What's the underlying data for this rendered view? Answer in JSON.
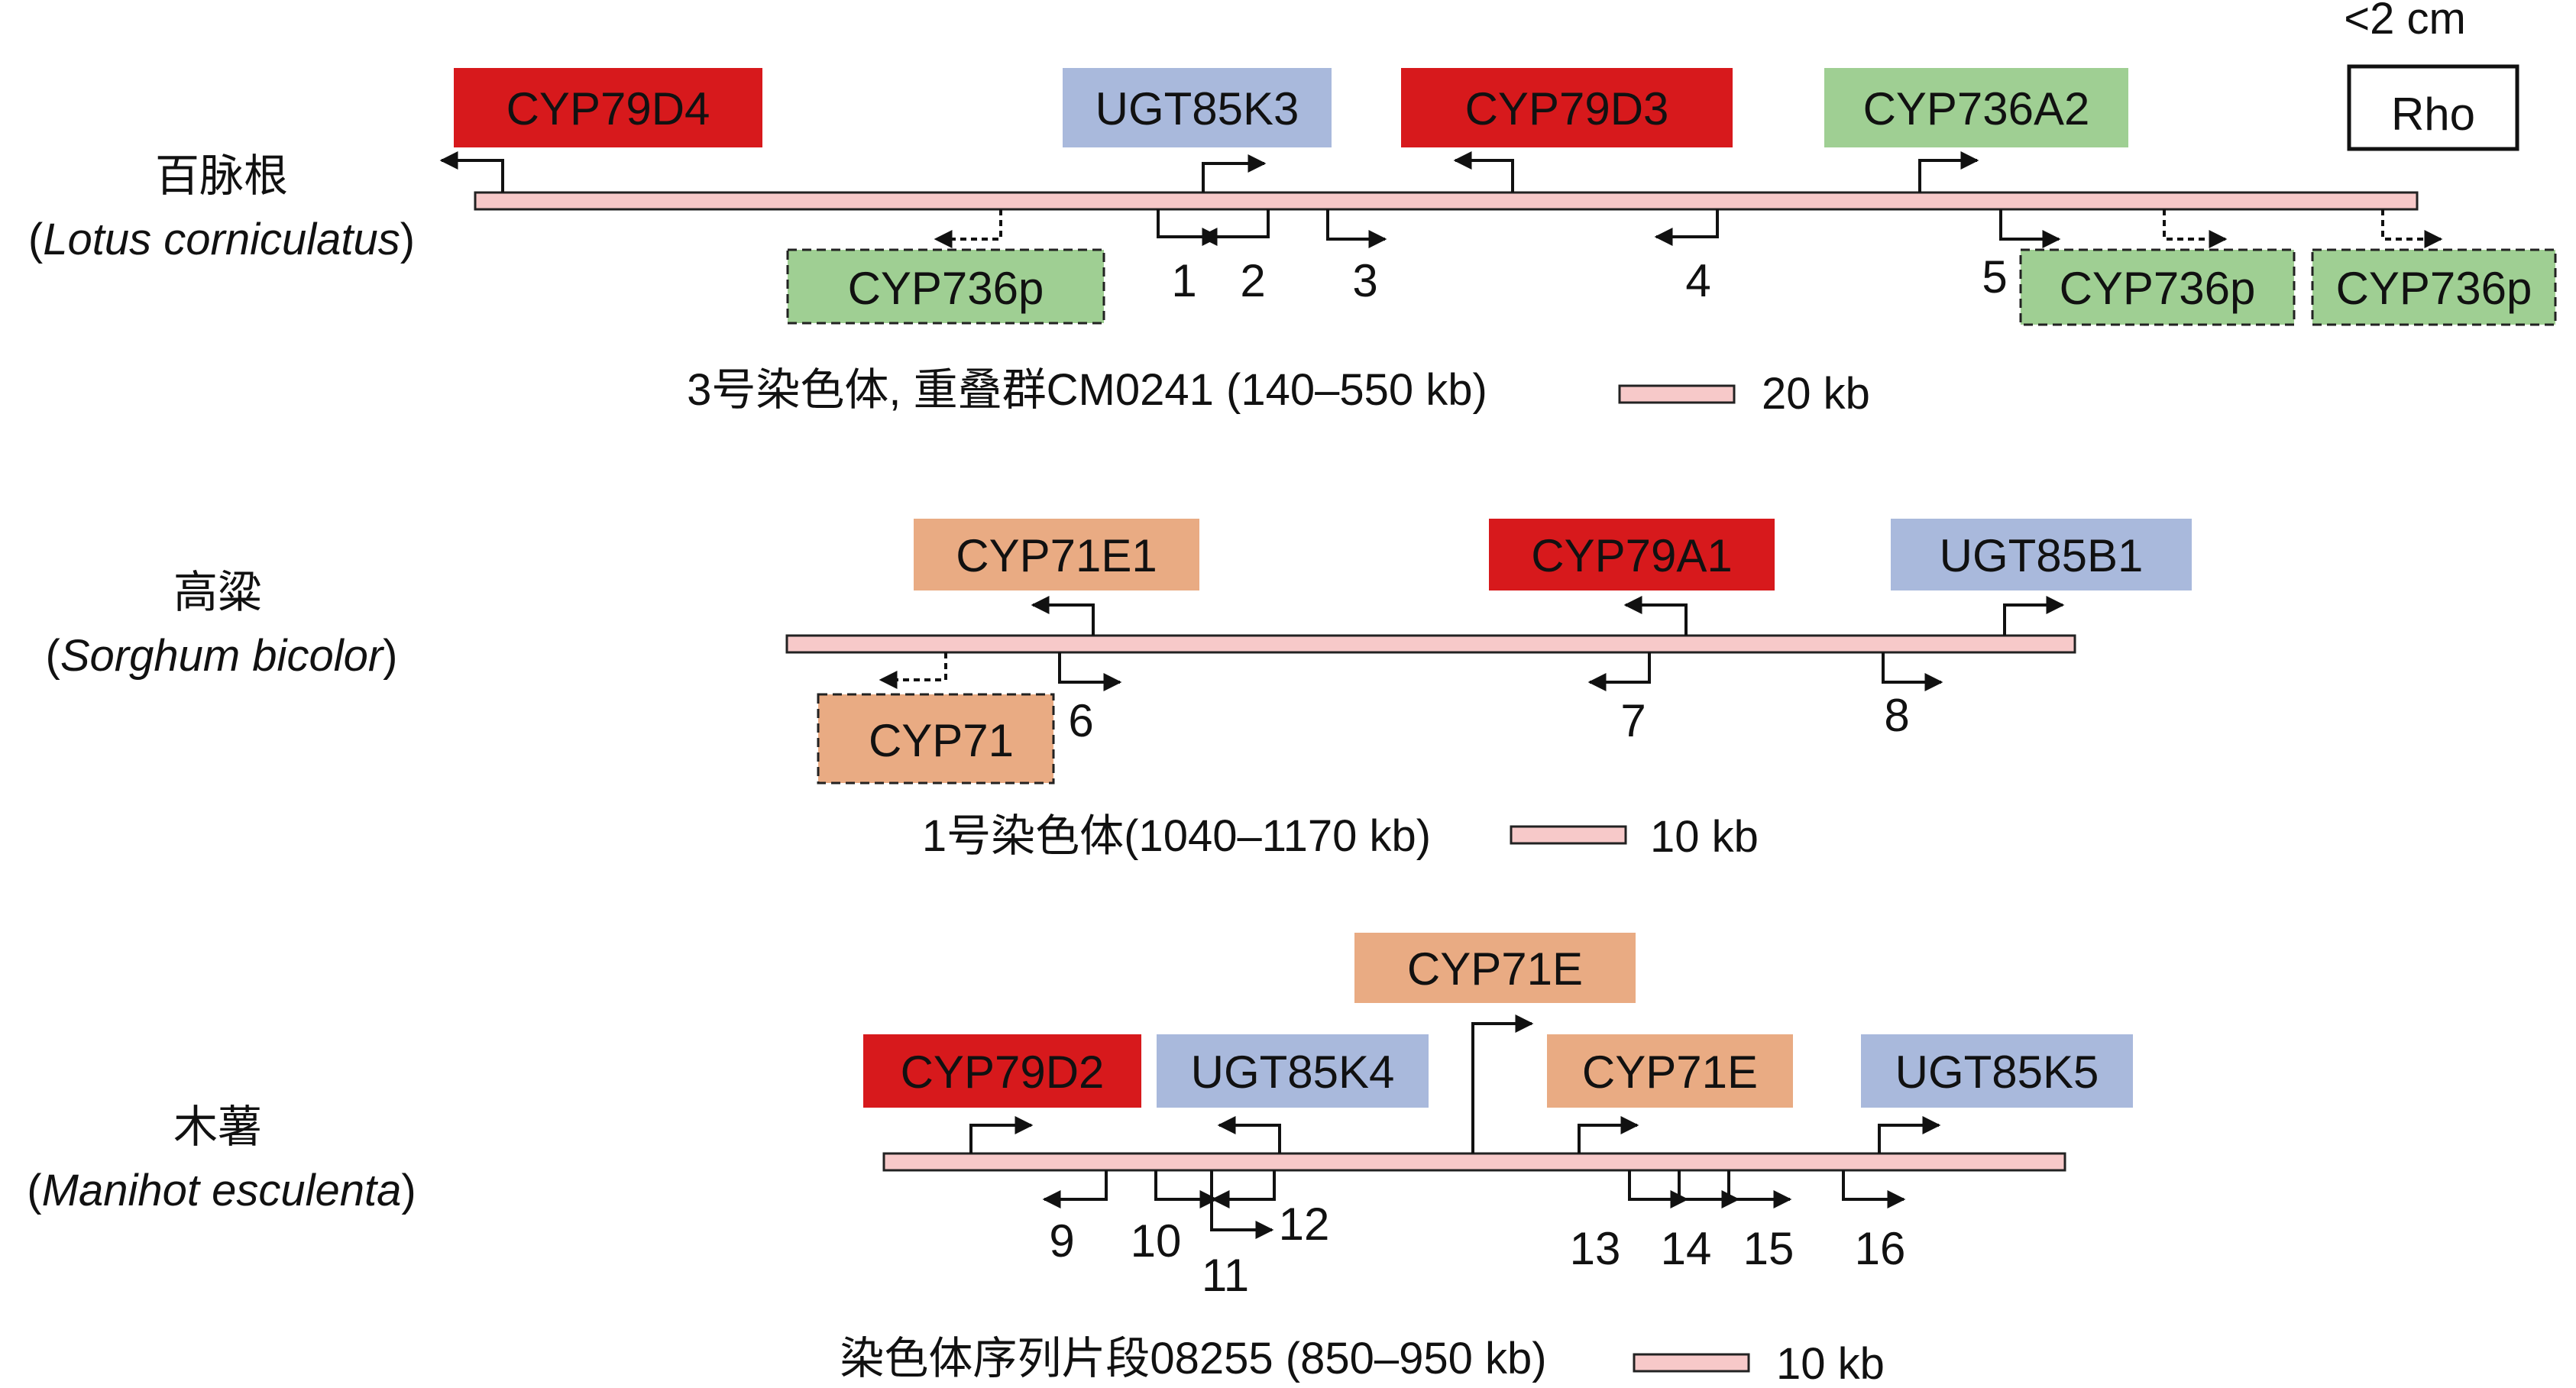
{
  "colors": {
    "CYP79": "#d7191c",
    "UGT85": "#a9b9dc",
    "CYP736": "#9fcf93",
    "CYP71": "#e9ab83",
    "chromosome": "#f7c9c9",
    "chromosome_stroke": "#222222",
    "arrow": "#111111"
  },
  "scale_corner": {
    "label": "<2 cm",
    "box_label": "Rho"
  },
  "panels": [
    {
      "id": "lotus",
      "species_cn": "百脉根",
      "species_latin": "Lotus corniculatus",
      "region": "3号染色体, 重叠群CM0241 (140–550 kb)",
      "scale": "20 kb",
      "genes": [
        {
          "name": "CYP79D4",
          "family": "CYP79",
          "dashed": false
        },
        {
          "name": "UGT85K3",
          "family": "UGT85",
          "dashed": false
        },
        {
          "name": "CYP79D3",
          "family": "CYP79",
          "dashed": false
        },
        {
          "name": "CYP736A2",
          "family": "CYP736",
          "dashed": false
        },
        {
          "name": "CYP736p",
          "family": "CYP736",
          "dashed": true
        },
        {
          "name": "CYP736p",
          "family": "CYP736",
          "dashed": true
        },
        {
          "name": "CYP736p",
          "family": "CYP736",
          "dashed": true
        }
      ],
      "numbers": [
        "1",
        "2",
        "3",
        "4",
        "5"
      ]
    },
    {
      "id": "sorghum",
      "species_cn": "高粱",
      "species_latin": "Sorghum bicolor",
      "region": "1号染色体(1040–1170 kb)",
      "scale": "10 kb",
      "genes": [
        {
          "name": "CYP71E1",
          "family": "CYP71",
          "dashed": false
        },
        {
          "name": "CYP79A1",
          "family": "CYP79",
          "dashed": false
        },
        {
          "name": "UGT85B1",
          "family": "UGT85",
          "dashed": false
        },
        {
          "name": "CYP71",
          "family": "CYP71",
          "dashed": true
        }
      ],
      "numbers": [
        "6",
        "7",
        "8"
      ]
    },
    {
      "id": "cassava",
      "species_cn": "木薯",
      "species_latin": "Manihot esculenta",
      "region": "染色体序列片段08255 (850–950 kb)",
      "scale": "10 kb",
      "genes": [
        {
          "name": "CYP79D2",
          "family": "CYP79",
          "dashed": false
        },
        {
          "name": "UGT85K4",
          "family": "UGT85",
          "dashed": false
        },
        {
          "name": "CYP71E",
          "family": "CYP71",
          "dashed": false
        },
        {
          "name": "CYP71E",
          "family": "CYP71",
          "dashed": false
        },
        {
          "name": "UGT85K5",
          "family": "UGT85",
          "dashed": false
        }
      ],
      "numbers": [
        "9",
        "10",
        "11",
        "12",
        "13",
        "14",
        "15",
        "16"
      ]
    }
  ]
}
